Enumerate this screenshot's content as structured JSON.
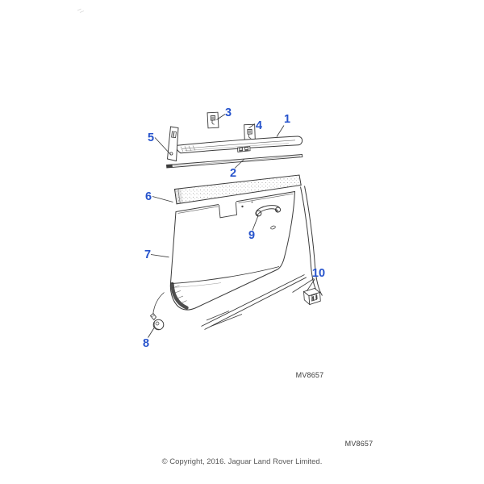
{
  "page": {
    "background": "#ffffff"
  },
  "colors": {
    "callout_blue": "#2653cc",
    "line_dark": "#3b3b3b",
    "code_text": "#3d3d3d",
    "footer_gray": "#5a5a5a"
  },
  "diagram": {
    "description_of_pixels": "exploded parts diagram of a door trim casing with waist rail finisher, clips, capping, pull handle and fasteners",
    "callouts": [
      {
        "num": "1"
      },
      {
        "num": "2"
      },
      {
        "num": "3"
      },
      {
        "num": "4"
      },
      {
        "num": "5"
      },
      {
        "num": "6"
      },
      {
        "num": "7"
      },
      {
        "num": "8"
      },
      {
        "num": "9"
      },
      {
        "num": "10"
      }
    ],
    "code_top": "MV8657",
    "code_bottom": "MV8657"
  },
  "footer": {
    "copyright": "© Copyright, 2016. Jaguar Land Rover Limited."
  }
}
